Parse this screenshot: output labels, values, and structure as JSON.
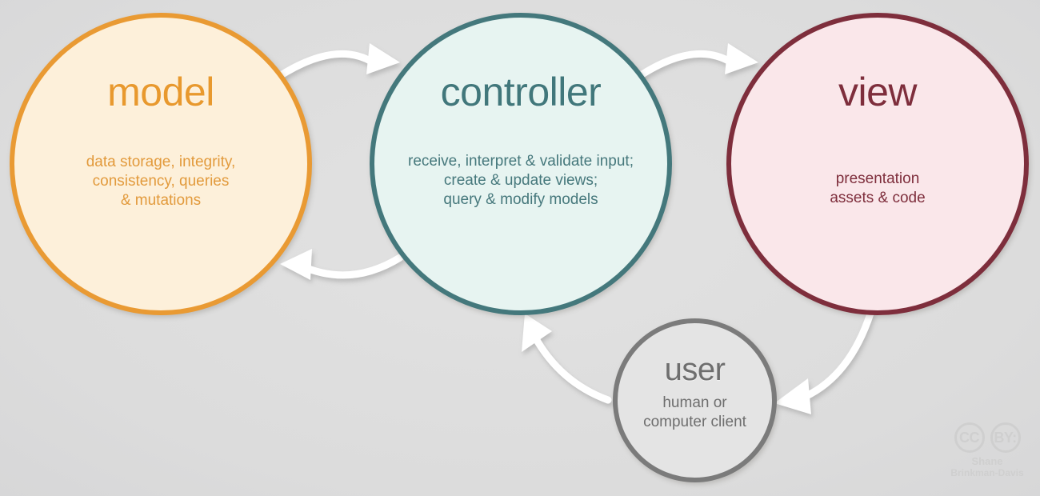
{
  "diagram": {
    "title": "Model View Controller architecture diagram",
    "background_color": "#dedede",
    "nodes": [
      {
        "id": "model",
        "title": "model",
        "description_lines": [
          "data storage, integrity,",
          "consistency, queries",
          "& mutations"
        ],
        "fill_color": "#fdf0da",
        "stroke_color": "#e99a33",
        "text_color": "#e8992e"
      },
      {
        "id": "controller",
        "title": "controller",
        "description_lines": [
          "receive, interpret & validate input;",
          "create & update views;",
          "query & modify models"
        ],
        "fill_color": "#e7f4f1",
        "stroke_color": "#44787c",
        "text_color": "#41777b"
      },
      {
        "id": "view",
        "title": "view",
        "description_lines": [
          "presentation",
          "assets & code"
        ],
        "fill_color": "#fae7ea",
        "stroke_color": "#7e2e3c",
        "text_color": "#7e2e3c"
      },
      {
        "id": "user",
        "title": "user",
        "description_lines": [
          "human or",
          "computer client"
        ],
        "fill_color": "#e4e4e4",
        "stroke_color": "#7b7b7b",
        "text_color": "#6e6e6e"
      }
    ],
    "arrows": [
      {
        "id": "model-to-controller",
        "from": "model",
        "to": "controller",
        "color": "#ffffff"
      },
      {
        "id": "controller-to-model",
        "from": "controller",
        "to": "model",
        "color": "#ffffff"
      },
      {
        "id": "controller-to-view",
        "from": "controller",
        "to": "view",
        "color": "#ffffff"
      },
      {
        "id": "view-to-user",
        "from": "view",
        "to": "user",
        "color": "#ffffff"
      },
      {
        "id": "user-to-controller",
        "from": "user",
        "to": "controller",
        "color": "#ffffff"
      }
    ]
  },
  "license": {
    "cc_label": "CC",
    "by_label": "BY:",
    "author_line1": "Shane",
    "author_line2": "Brinkman-Davis",
    "color": "#cfcfcf"
  }
}
